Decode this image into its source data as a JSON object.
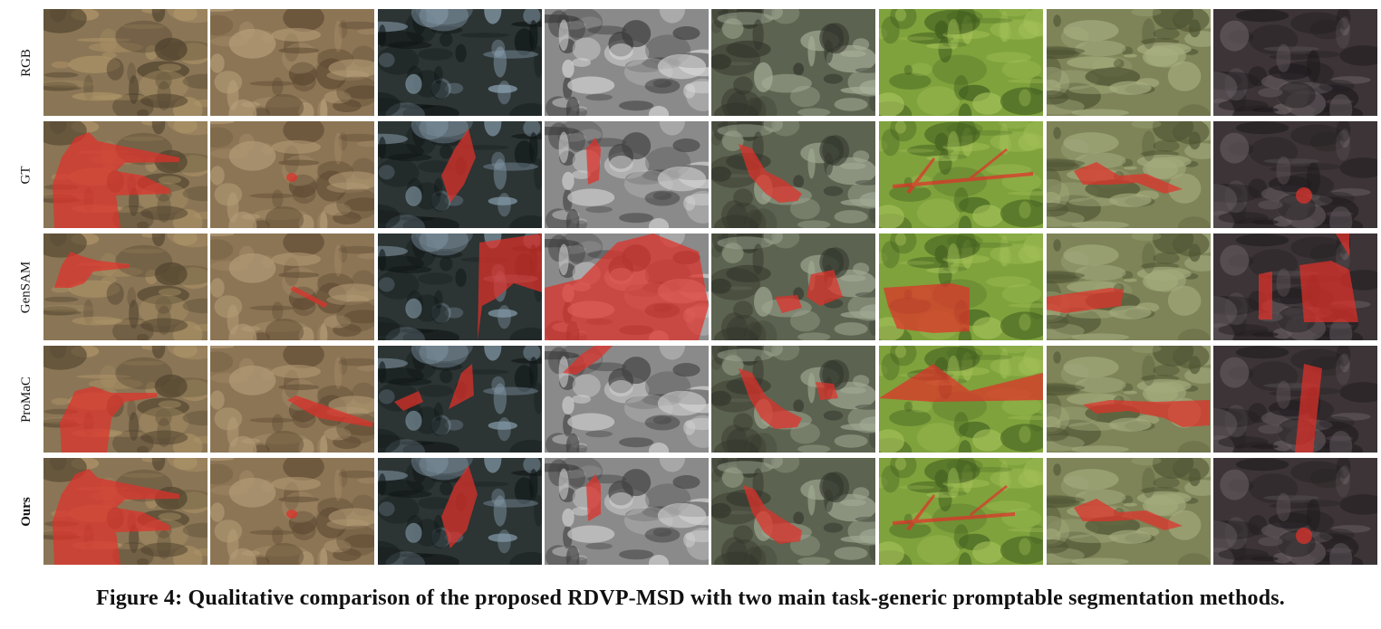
{
  "figure": {
    "row_labels": [
      "RGB",
      "GT",
      "GenSAM",
      "ProMaC",
      "Ours"
    ],
    "caption": "Figure 4: Qualitative comparison of the proposed RDVP-MSD with two main task-generic promptable segmentation methods."
  },
  "scenes": [
    {
      "id": "hunters",
      "bg": "#8a7656",
      "accent": "#b59a6c",
      "dark": "#4a3d2a"
    },
    {
      "id": "leaves",
      "bg": "#8c7555",
      "accent": "#b8a07a",
      "dark": "#5a4630"
    },
    {
      "id": "rocks",
      "bg": "#2c3434",
      "accent": "#8fa6b6",
      "dark": "#0e1414"
    },
    {
      "id": "bedsheet",
      "bg": "#8a8a8a",
      "accent": "#d8d8d8",
      "dark": "#3a3a3a"
    },
    {
      "id": "coral",
      "bg": "#5c6350",
      "accent": "#a8b09a",
      "dark": "#30332a"
    },
    {
      "id": "greenleaf",
      "bg": "#7fa23c",
      "accent": "#a8c45c",
      "dark": "#3e5a1e"
    },
    {
      "id": "moss",
      "bg": "#7e8458",
      "accent": "#a7ae80",
      "dark": "#4a5030"
    },
    {
      "id": "bark",
      "bg": "#3c3436",
      "accent": "#6b6266",
      "dark": "#1e1a1c"
    }
  ],
  "mask_color": "#e0302a"
}
